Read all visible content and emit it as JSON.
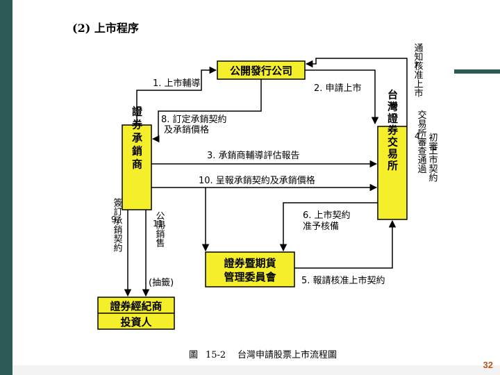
{
  "slide": {
    "section_title": "(2)  上市程序",
    "page_number": "32"
  },
  "diagram": {
    "nodes": {
      "issuer": "公開發行公司",
      "underwriter": "證券承銷商",
      "exchange": "台灣證券交易所",
      "sfc": [
        "證券暨期貨",
        "管理委員會"
      ],
      "broker": "證券經紀商",
      "investor": "投資人"
    },
    "edges": {
      "e1": "1. 上市輔導",
      "e2": "2. 申請上市",
      "e3": "3. 承銷商輔導評估報告",
      "e4_num": "4.",
      "e4_text": "初審",
      "e4_body": "交易所審查通過",
      "e4_tail": "上市契約",
      "e5": "5. 報請核准上市契約",
      "e6_l1": "6. 上市契約",
      "e6_l2": "准予核備",
      "e7_num": "7.",
      "e7_text": "通知核准上市",
      "e8_l1": "8. 訂定承銷契約",
      "e8_l2": "及承銷價格",
      "e9_num": "9.",
      "e9_text": "簽訂承銷契約",
      "e10": "10. 呈報承銷契約及承銷價格",
      "e11_num": "11.",
      "e11_text": "公開銷售",
      "e11_tail": "(抽籤)"
    },
    "caption_label": "圖",
    "caption_num": "15-2",
    "caption_text": "台灣申請股票上市流程圖"
  },
  "colors": {
    "node_fill": "#f5ee2a",
    "frame": "#2e5a56",
    "page_number": "#b8561a"
  }
}
